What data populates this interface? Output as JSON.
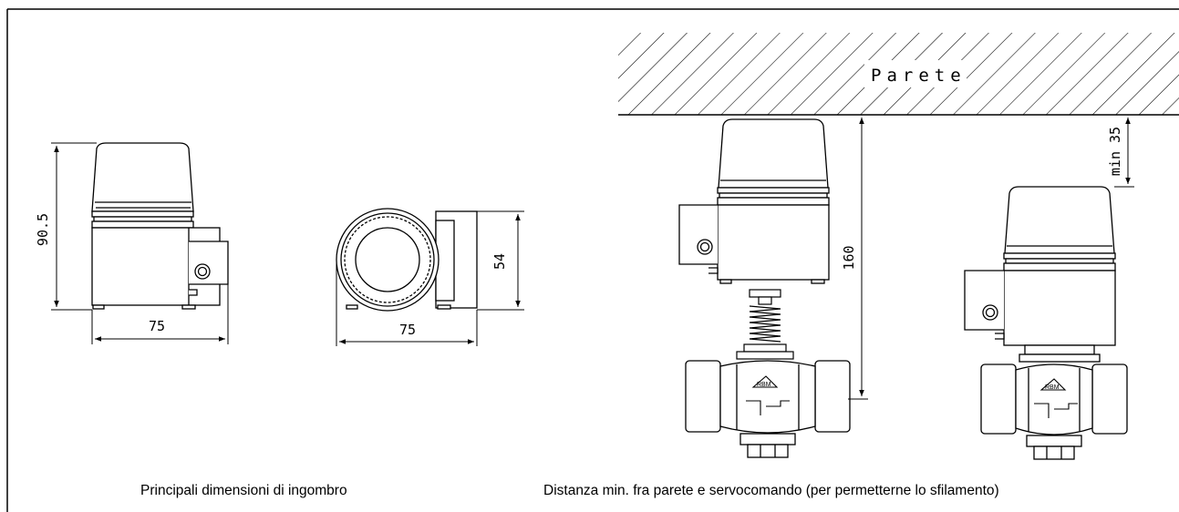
{
  "wall": {
    "label": "Parete"
  },
  "dimensions": {
    "left_height": "90.5",
    "left_width": "75",
    "mid_height": "54",
    "mid_width": "75",
    "wall_distance": "160",
    "min_clearance": "min 35"
  },
  "valve_logo_text": "RBM",
  "captions": {
    "left": "Principali dimensioni di ingombro",
    "right": "Distanza min. fra parete e servocomando (per permetterne lo sfilamento)"
  },
  "colors": {
    "line": "#000000",
    "background": "#ffffff"
  }
}
